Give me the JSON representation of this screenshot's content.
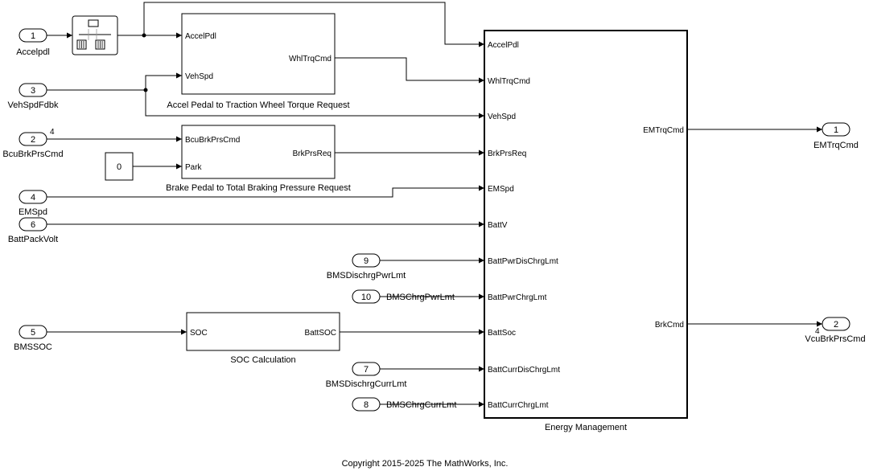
{
  "diagram": {
    "inports": [
      {
        "num": "1",
        "name": "Accelpdl"
      },
      {
        "num": "3",
        "name": "VehSpdFdbk"
      },
      {
        "num": "2",
        "name": "BcuBrkPrsCmd"
      },
      {
        "num": "4",
        "name": "EMSpd"
      },
      {
        "num": "6",
        "name": "BattPackVolt"
      },
      {
        "num": "9",
        "name": "BMSDischrgPwrLmt"
      },
      {
        "num": "10",
        "name": "BMSChrgPwrLmt"
      },
      {
        "num": "5",
        "name": "BMSSOC"
      },
      {
        "num": "7",
        "name": "BMSDischrgCurrLmt"
      },
      {
        "num": "8",
        "name": "BMSChrgCurrLmt"
      }
    ],
    "outports": [
      {
        "num": "1",
        "name": "EMTrqCmd"
      },
      {
        "num": "2",
        "name": "VcuBrkPrsCmd"
      }
    ],
    "signal_dims": {
      "bcu": "4",
      "vcu": "4"
    },
    "constant_value": "0",
    "accel_block": {
      "name": "Accel Pedal to Traction Wheel Torque Request",
      "in1": "AccelPdl",
      "in2": "VehSpd",
      "out": "WhlTrqCmd"
    },
    "brake_block": {
      "name": "Brake Pedal to Total Braking Pressure Request",
      "in1": "BcuBrkPrsCmd",
      "in2": "Park",
      "out": "BrkPrsReq"
    },
    "soc_block": {
      "name": "SOC Calculation",
      "in": "SOC",
      "out": "BattSOC"
    },
    "energy_block": {
      "name": "Energy Management",
      "inputs": [
        "AccelPdl",
        "WhlTrqCmd",
        "VehSpd",
        "BrkPrsReq",
        "EMSpd",
        "BattV",
        "BattPwrDisChrgLmt",
        "BattPwrChrgLmt",
        "BattSoc",
        "BattCurrDisChrgLmt",
        "BattCurrChrgLmt"
      ],
      "outputs": [
        "EMTrqCmd",
        "BrkCmd"
      ]
    },
    "copyright": "Copyright 2015-2025 The MathWorks, Inc."
  }
}
